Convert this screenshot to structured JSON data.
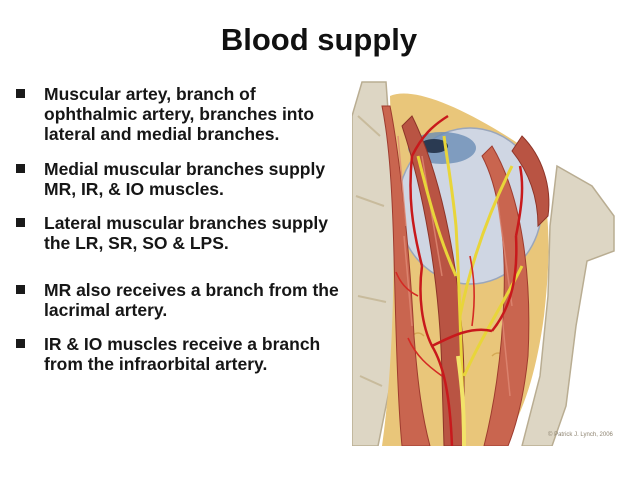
{
  "slide": {
    "title": "Blood supply",
    "bullets": [
      {
        "text": "Muscular artey, branch of ophthalmic artery, branches into lateral and medial branches."
      },
      {
        "text": "Medial muscular branches supply  MR, IR, & IO  muscles."
      },
      {
        "text": " Lateral muscular branches supply the LR, SR, SO & LPS."
      },
      {
        "text": "MR also receives a branch from the lacrimal artery."
      },
      {
        "text": "IR & IO muscles receive a branch from the infraorbital artery."
      }
    ]
  },
  "illustration": {
    "name": "orbit-anatomy-illustration",
    "colors": {
      "muscle": "#c9654f",
      "muscle_dark": "#9e3b2e",
      "fat": "#e9c67a",
      "bone": "#ddd6c4",
      "eye": "#cfd6e3",
      "artery": "#c8191c",
      "nerve": "#e8d53a"
    }
  }
}
